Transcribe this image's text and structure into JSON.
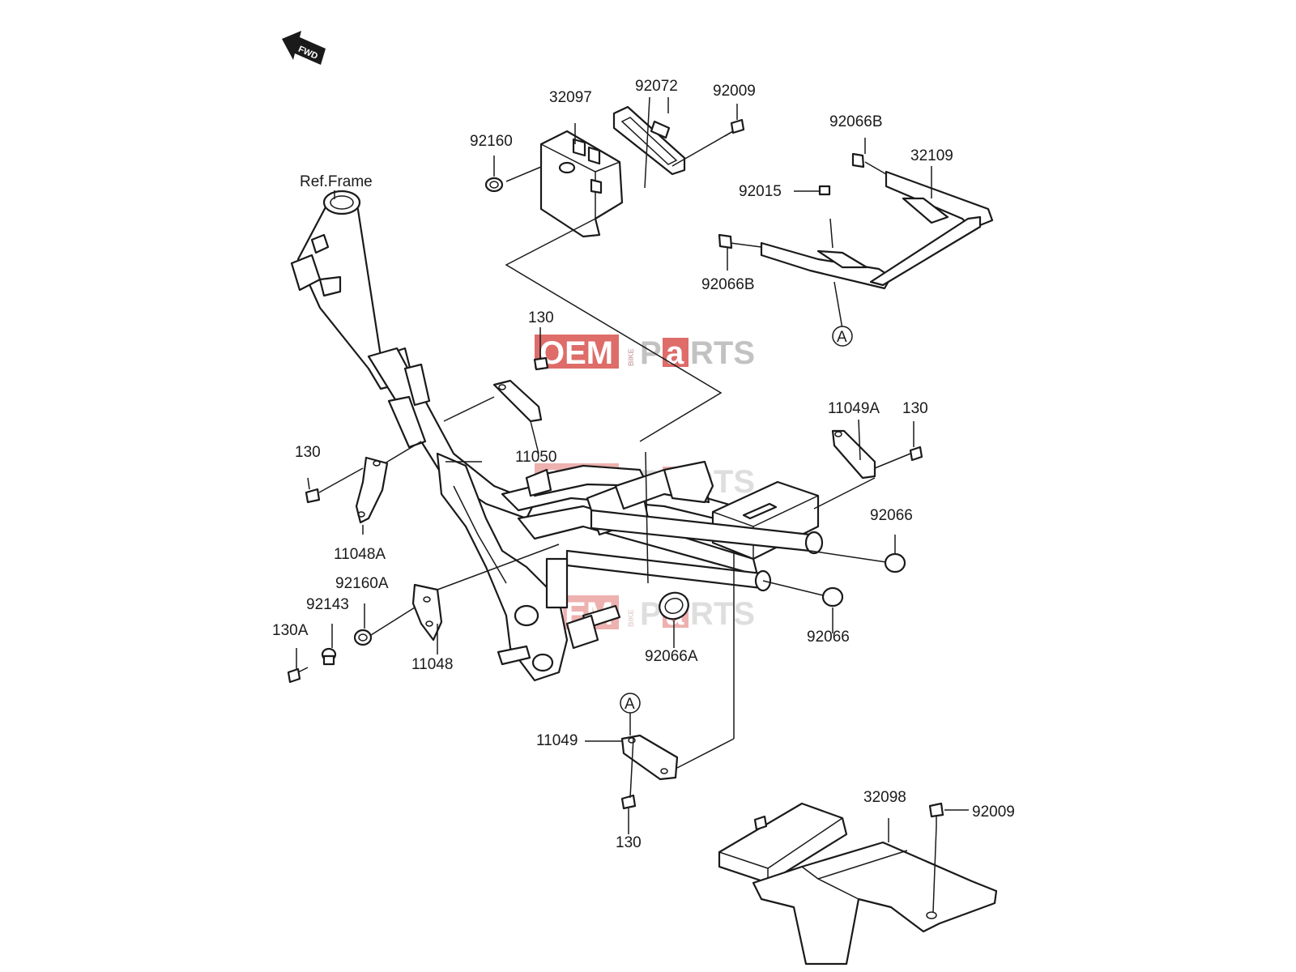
{
  "arrow_label": "FWD",
  "ref_label": "Ref.Frame",
  "callout_letter": "A",
  "part_numbers": {
    "p32097": "32097",
    "p92072": "92072",
    "p92009_top": "92009",
    "p92160": "92160",
    "p92066B_top": "92066B",
    "p32109": "32109",
    "p92015": "92015",
    "p92066B_bottom": "92066B",
    "p130_top": "130",
    "p11049A": "11049A",
    "p130_right": "130",
    "p130_left": "130",
    "p11050": "11050",
    "p92066_right": "92066",
    "p11048A": "11048A",
    "p92160A": "92160A",
    "p92143": "92143",
    "p130A": "130A",
    "p11048": "11048",
    "p92066A": "92066A",
    "p92066_lower": "92066",
    "p11049": "11049",
    "p130_bottom": "130",
    "p32098": "32098",
    "p92009_bottom": "92009"
  },
  "watermark": {
    "word1": "OEM",
    "letter_p": "P",
    "letter_a": "a",
    "letters_rts": "RTS",
    "vertical": "BIKE",
    "color_red": "#d9534f",
    "color_gray": "#b8b8b8"
  }
}
